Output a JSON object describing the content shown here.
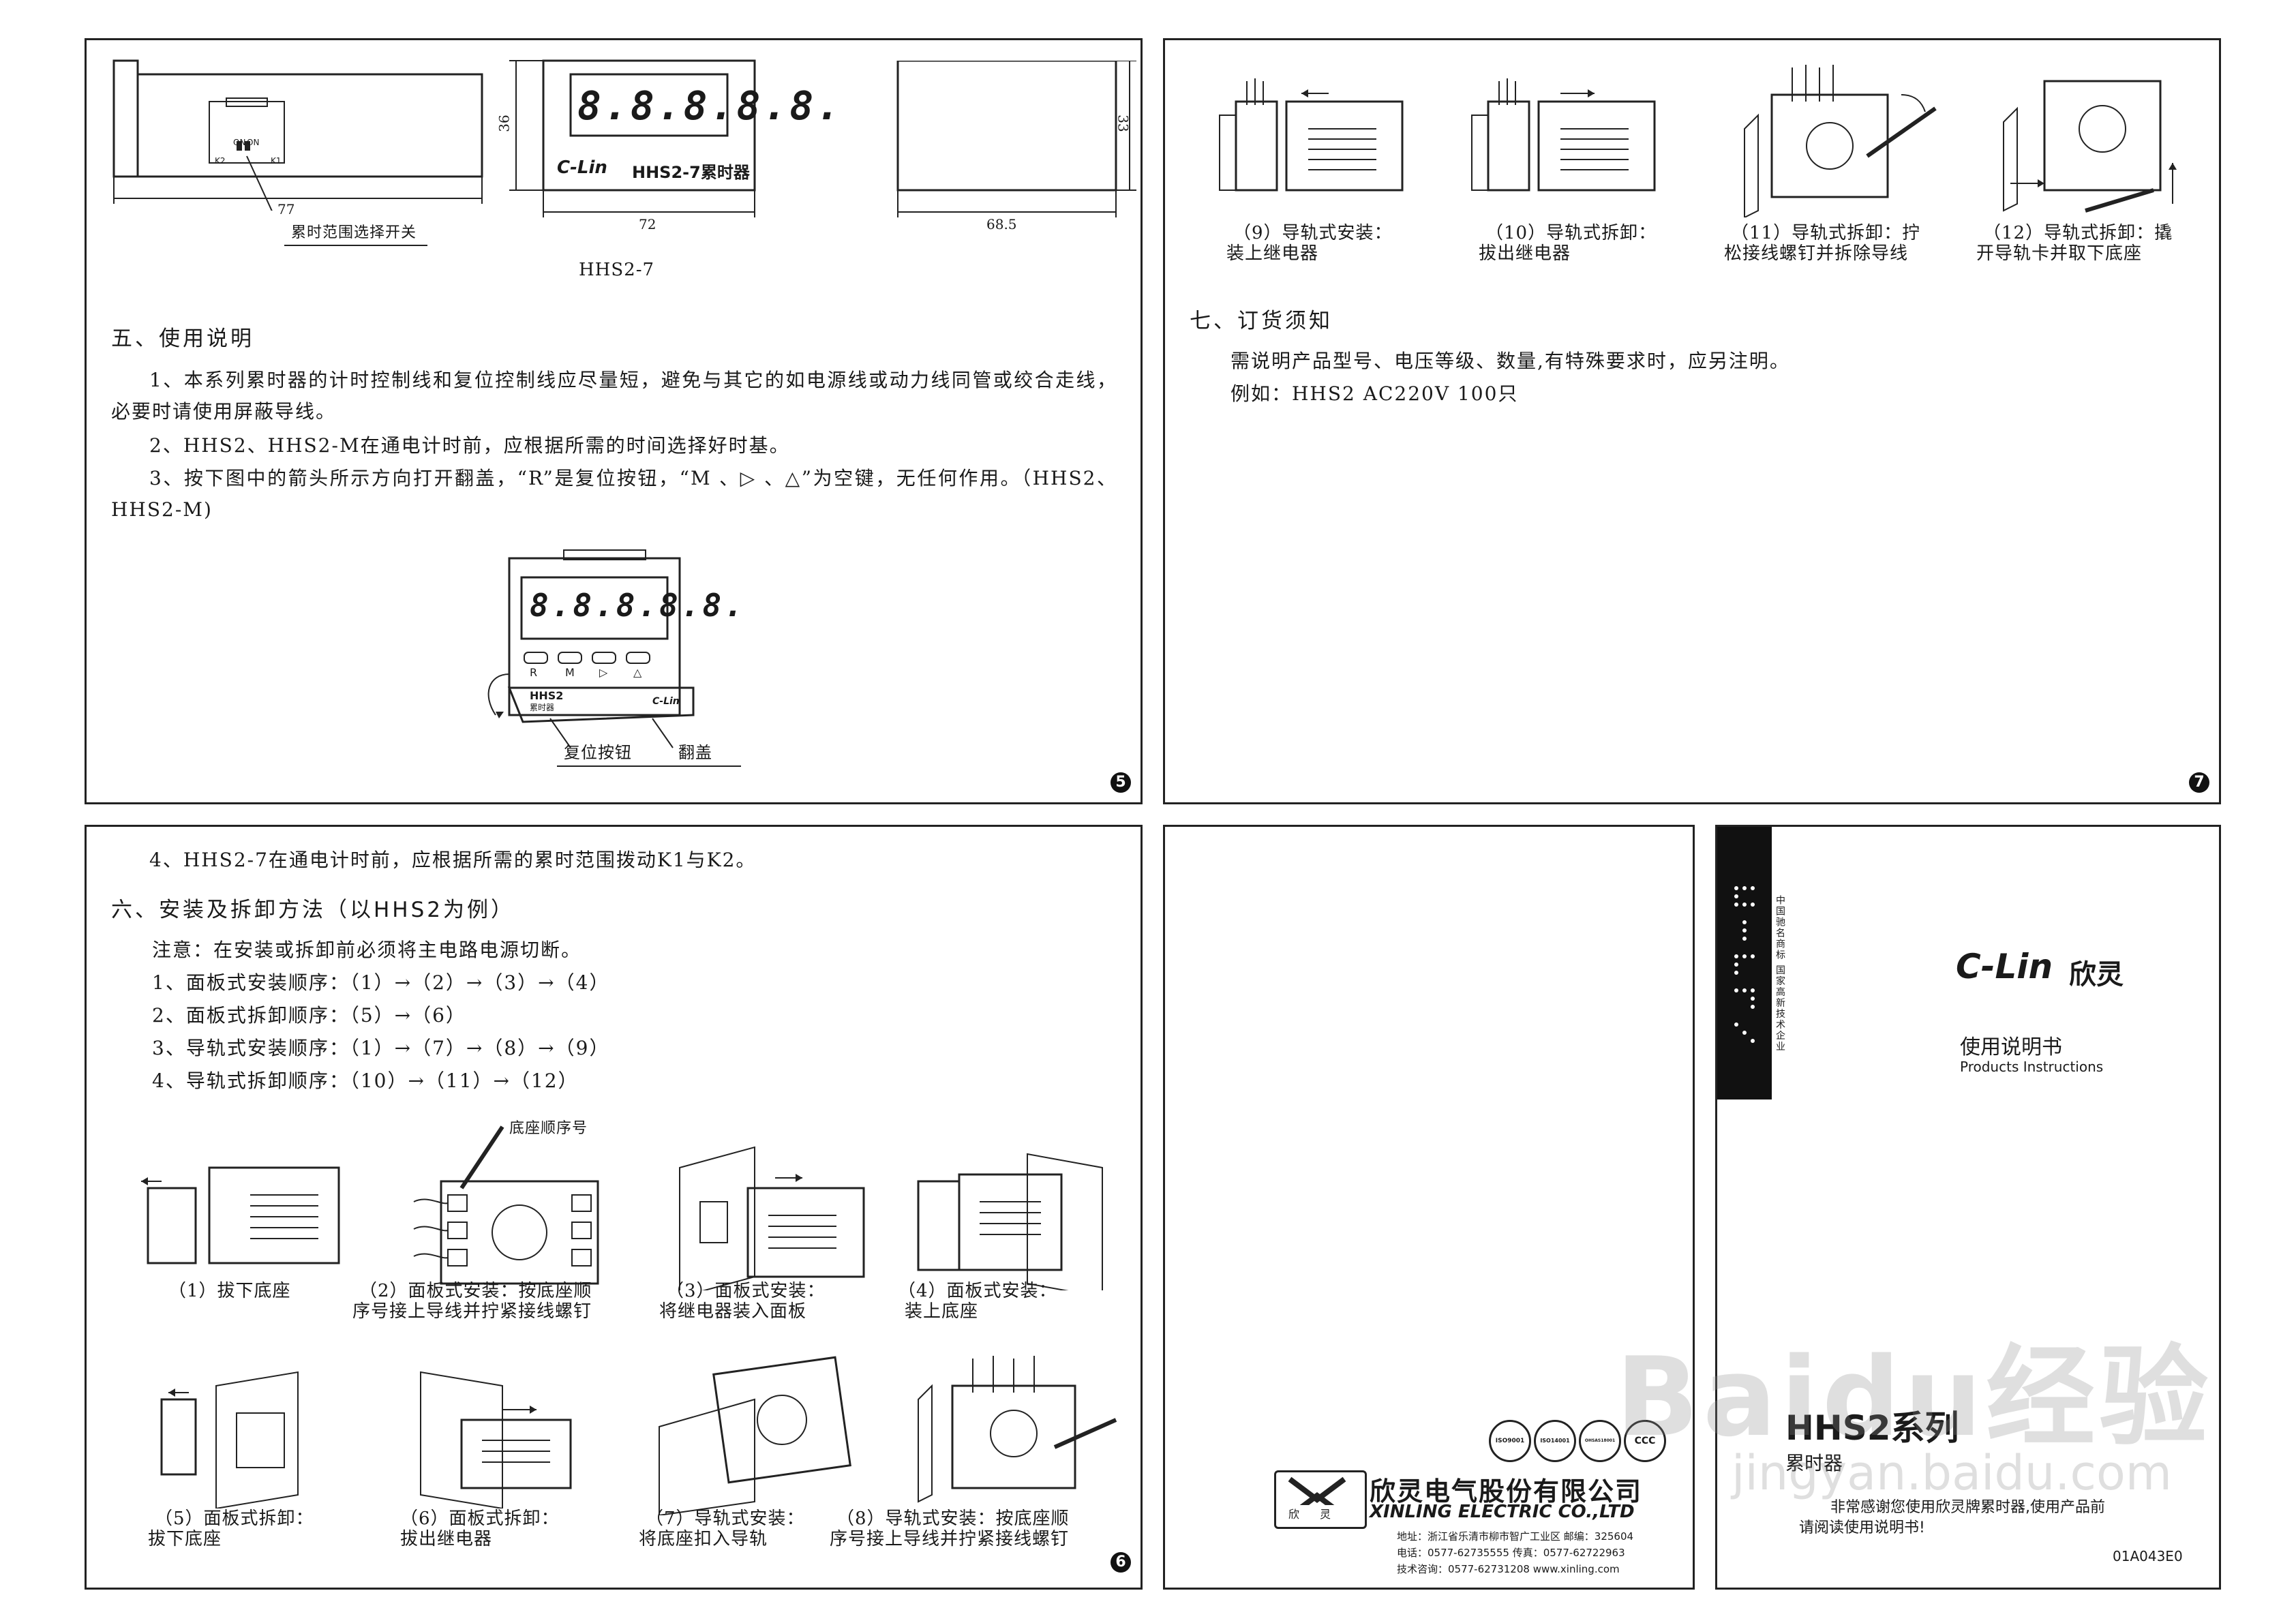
{
  "page5": {
    "dims": {
      "w77": "77",
      "w72": "72",
      "h36": "36",
      "h33": "33",
      "w685": "68.5",
      "switch_labels": {
        "on1": "ON",
        "on2": "ON",
        "k2": "K2",
        "k1": "K1"
      },
      "switch_callout": "累时范围选择开关",
      "display": "8.8.8.8.8.",
      "logo": "C-Lin",
      "model_label": "HHS2-7累时器",
      "caption": "HHS2-7"
    },
    "section5": {
      "title": "五、使用说明",
      "p1": "1、本系列累时器的计时控制线和复位控制线应尽量短，避免与其它的如电源线或动力线同管或绞合走线，必要时请使用屏蔽导线。",
      "p2": "2、HHS2、HHS2-M在通电计时前，应根据所需的时间选择好时基。",
      "p3": "3、按下图中的箭头所示方向打开翻盖，“R”是复位按钮，“M 、▷ 、△”为空键，无任何作用。（HHS2、HHS2-M)"
    },
    "device": {
      "display": "8.8.8.8.8.",
      "buttons": [
        "R",
        "M",
        "▷",
        "△"
      ],
      "name": "HHS2",
      "sub": "累时器",
      "logo": "C-Lin",
      "label_reset": "复位按钮",
      "label_cover": "翻盖"
    },
    "page_number": "5"
  },
  "page6": {
    "line4": "4、HHS2-7在通电计时前，应根据所需的累时范围拨动K1与K2。",
    "section6_title": "六、安装及拆卸方法（以HHS2为例）",
    "note": "注意：在安装或拆卸前必须将主电路电源切断。",
    "steps": [
      "1、面板式安装顺序：（1）→（2）→（3）→（4）",
      "2、面板式拆卸顺序：（5）→（6）",
      "3、导轨式安装顺序：（1）→（7）→（8）→（9）",
      "4、导轨式拆卸顺序：（10）→（11）→（12）"
    ],
    "base_seq_label": "底座顺序号",
    "figures_row1": [
      {
        "l1": "（1）拔下底座",
        "l2": ""
      },
      {
        "l1": "（2）面板式安装：按底座顺",
        "l2": "序号接上导线并拧紧接线螺钉"
      },
      {
        "l1": "（3）面板式安装：",
        "l2": "将继电器装入面板"
      },
      {
        "l1": "（4）面板式安装：",
        "l2": "装上底座"
      }
    ],
    "figures_row2": [
      {
        "l1": "（5）面板式拆卸：",
        "l2": "拔下底座"
      },
      {
        "l1": "（6）面板式拆卸：",
        "l2": "拔出继电器"
      },
      {
        "l1": "（7）导轨式安装：",
        "l2": "将底座扣入导轨"
      },
      {
        "l1": "（8）导轨式安装：按底座顺",
        "l2": "序号接上导线并拧紧接线螺钉"
      }
    ],
    "page_number": "6"
  },
  "page7": {
    "figures": [
      {
        "l1": "（9）导轨式安装：",
        "l2": "装上继电器"
      },
      {
        "l1": "（10）导轨式拆卸：",
        "l2": "拔出继电器"
      },
      {
        "l1": "（11）导轨式拆卸：拧",
        "l2": "松接线螺钉并拆除导线"
      },
      {
        "l1": "（12）导轨式拆卸：撬",
        "l2": "开导轨卡并取下底座"
      }
    ],
    "section7_title": "七、订货须知",
    "p1": "需说明产品型号、电压等级、数量,有特殊要求时，应另注明。",
    "p2": "例如：HHS2 AC220V 100只",
    "page_number": "7"
  },
  "back": {
    "certs": [
      "ISO9001",
      "ISO14001",
      "OHSAS18001",
      "CCC"
    ],
    "company_cn": "欣灵电气股份有限公司",
    "company_en": "XINLING ELECTRIC CO.,LTD",
    "logo_text": "欣灵",
    "address": "地址：浙江省乐清市柳市智广工业区   邮编：325604",
    "phone": "电话：0577-62735555      传真：0577-62722963",
    "tech": "技术咨询：0577-62731208      www.xinling.com"
  },
  "cover": {
    "vertical_text": "中国驰名商标 国家高新技术企业",
    "logo_en": "C-Lin",
    "logo_cn": "欣灵",
    "manual_cn": "使用说明书",
    "manual_en": "Products Instructions",
    "series": "HHS2系列",
    "product": "累时器",
    "thanks": "非常感谢您使用欣灵牌累时器,使用产品前",
    "read": "请阅读使用说明书!",
    "code": "01A043E0"
  },
  "watermark": {
    "brand": "Baidu经验",
    "url": "jingyan.baidu.com"
  }
}
